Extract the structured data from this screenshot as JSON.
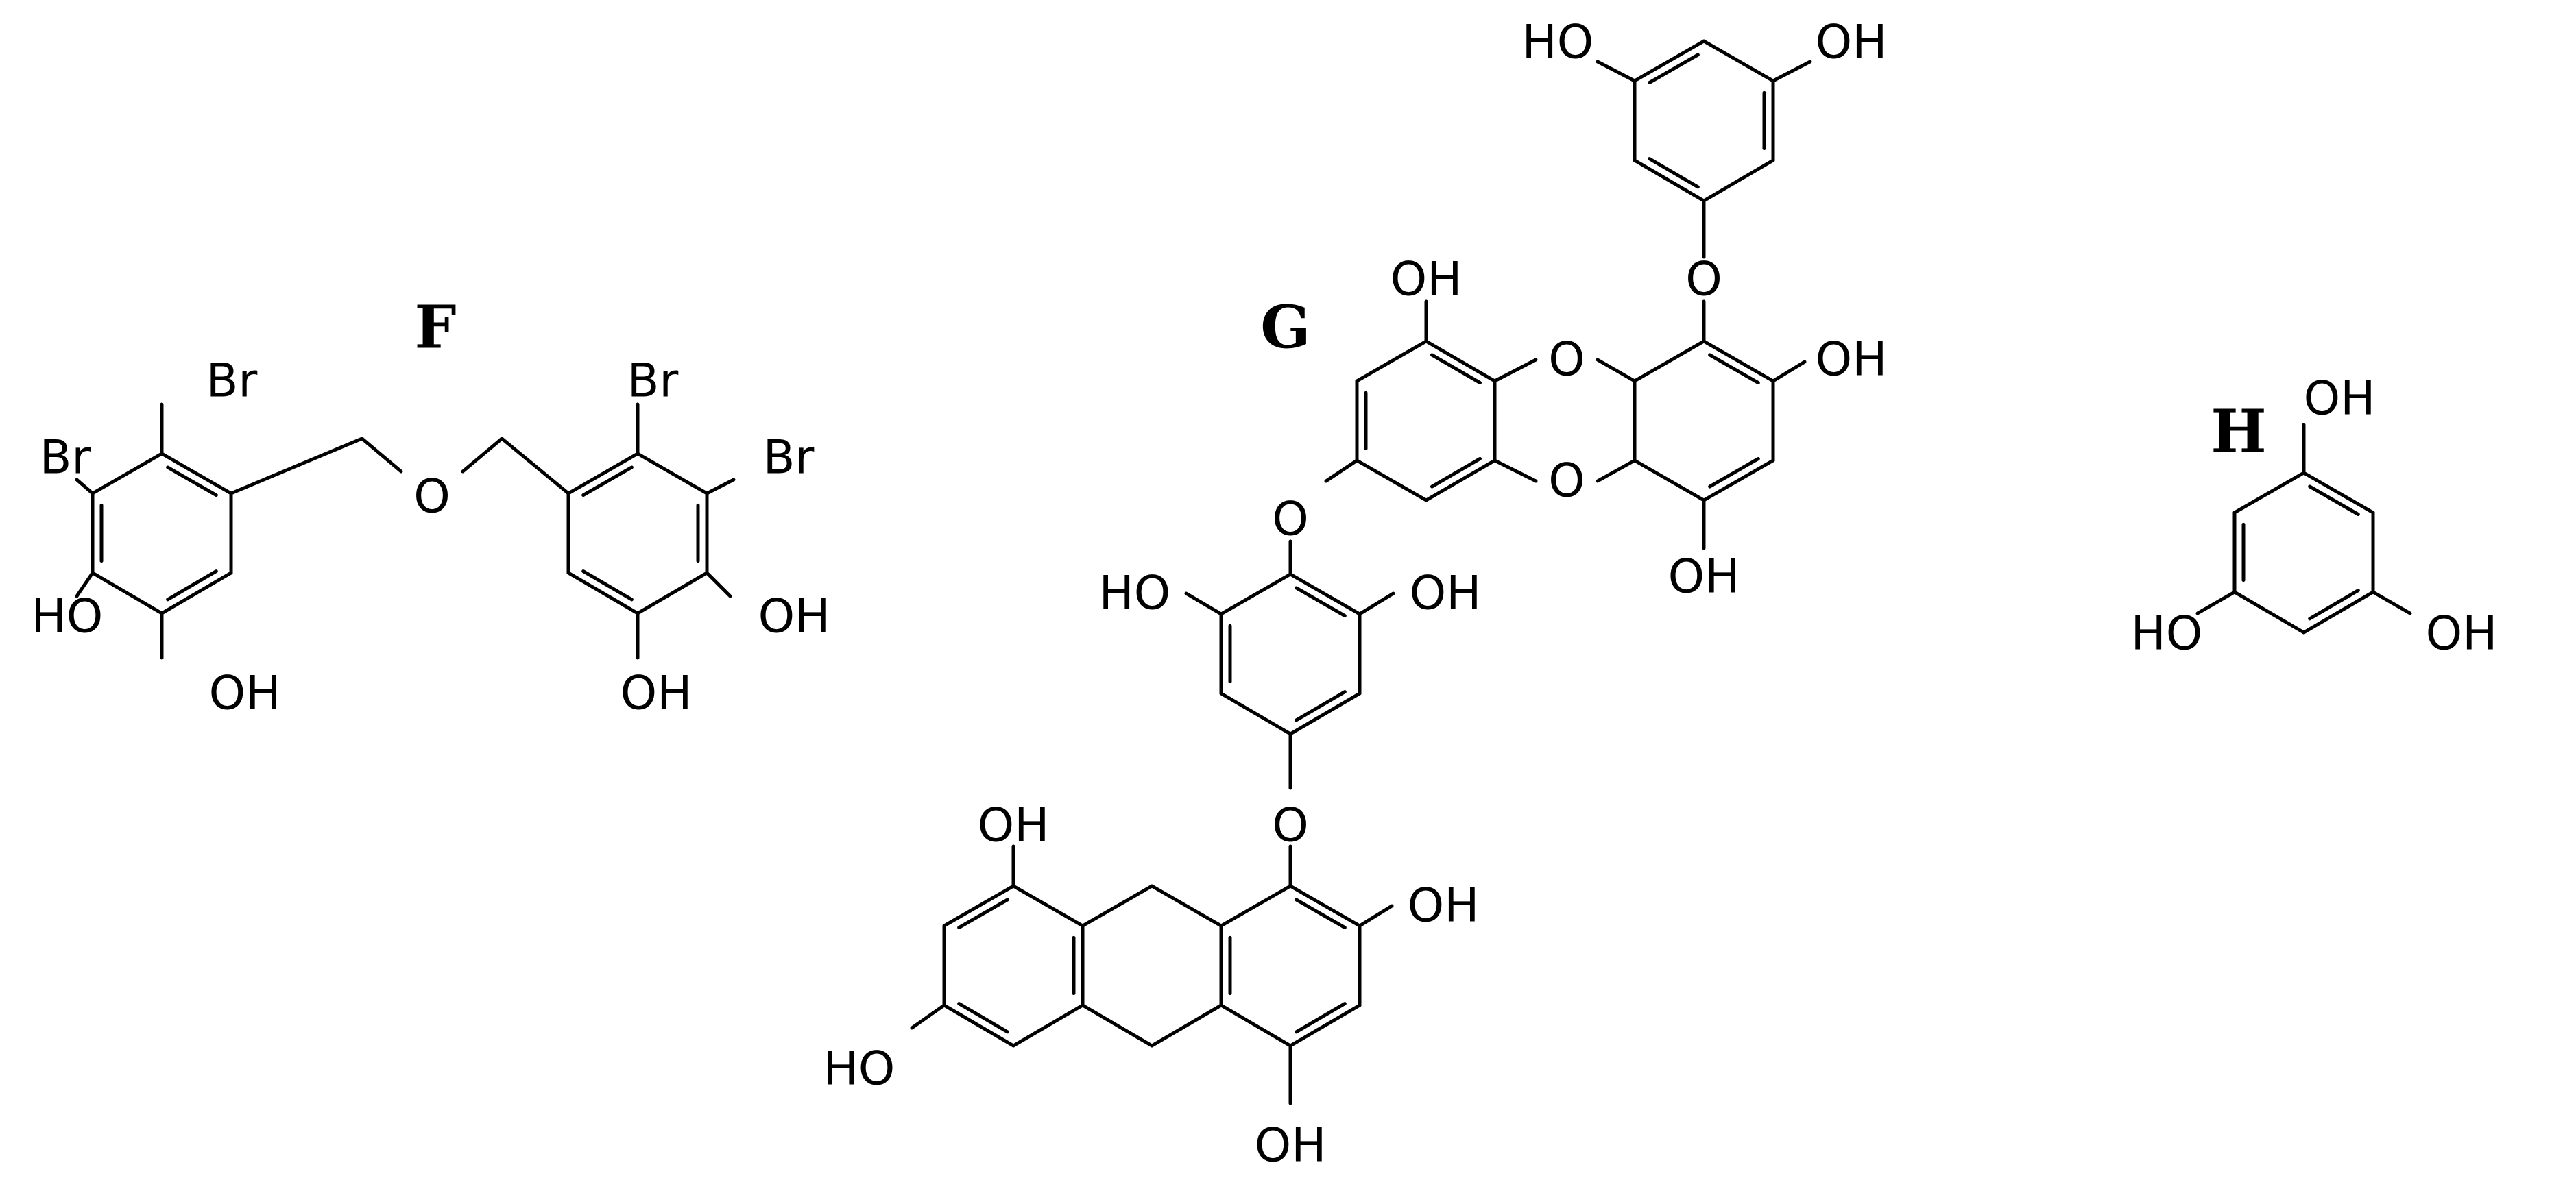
{
  "figure": {
    "compound_labels": [
      "F",
      "G",
      "H"
    ]
  },
  "compounds": [
    {
      "label": "F",
      "atom_labels": [
        "Br",
        "Br",
        "Br",
        "Br",
        "O",
        "HO",
        "OH",
        "OH",
        "OH"
      ]
    },
    {
      "label": "G",
      "atom_labels": [
        "HO",
        "OH",
        "O",
        "OH",
        "O",
        "O",
        "OH",
        "OH",
        "O",
        "HO",
        "OH",
        "O",
        "OH",
        "OH",
        "HO",
        "OH"
      ]
    },
    {
      "label": "H",
      "atom_labels": [
        "OH",
        "HO",
        "OH"
      ]
    }
  ],
  "colors": {
    "ink": "#000000",
    "background": "#ffffff"
  }
}
